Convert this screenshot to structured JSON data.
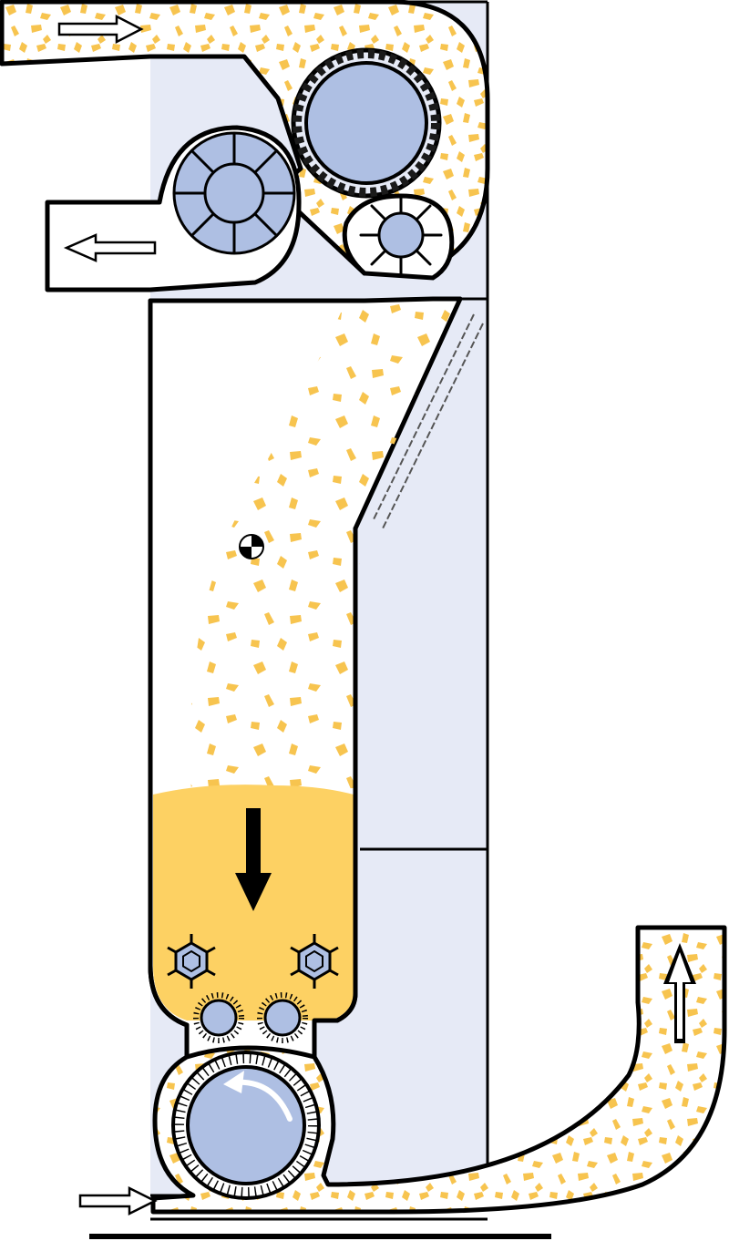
{
  "diagram": {
    "colors": {
      "panel": "#e6eaf6",
      "drum": "#aebfe3",
      "fiber": "#f7c44f",
      "fiber_mass": "#fdd163",
      "outline": "#000000",
      "background": "#ffffff"
    },
    "components": [
      {
        "name": "inlet-duct",
        "icon": "arrow-right-outline-icon"
      },
      {
        "name": "condenser-drum",
        "icon": "perforated-drum-icon"
      },
      {
        "name": "exhaust-fan",
        "icon": "fan-icon"
      },
      {
        "name": "exhaust-outlet",
        "icon": "arrow-left-outline-icon"
      },
      {
        "name": "stripper-roll",
        "icon": "beater-icon"
      },
      {
        "name": "fill-level-sensor",
        "icon": "level-sensor-icon"
      },
      {
        "name": "feed-rolls",
        "icon": "hexagon-roll-icon"
      },
      {
        "name": "spiked-rollers",
        "icon": "spiked-roller-icon"
      },
      {
        "name": "opening-cylinder",
        "icon": "rotating-cylinder-icon"
      },
      {
        "name": "air-inlet",
        "icon": "arrow-right-outline-icon"
      },
      {
        "name": "delivery-duct",
        "icon": "arrow-up-outline-icon"
      },
      {
        "name": "material-flow",
        "icon": "arrow-down-solid-icon"
      }
    ]
  }
}
